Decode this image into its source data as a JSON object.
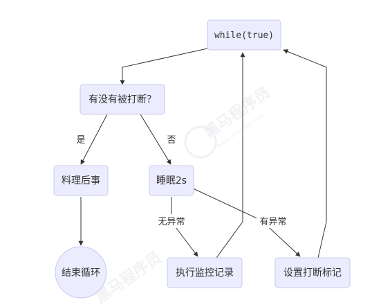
{
  "nodes": {
    "loop": "while(true)",
    "check": "有没有被打断？",
    "cleanup": "料理后事",
    "sleep": "睡眠2s",
    "end": "结束循环",
    "log": "执行监控记录",
    "flag": "设置打断标记"
  },
  "edges": {
    "yes": "是",
    "no": "否",
    "no_exception": "无异常",
    "has_exception": "有异常"
  },
  "watermark": {
    "brand": "黑马程序员",
    "url": "www.itheima.com"
  }
}
